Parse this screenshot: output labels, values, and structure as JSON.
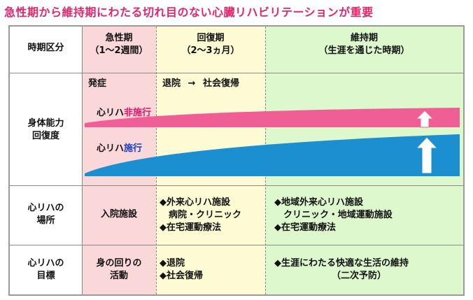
{
  "title": "急性期から維持期にわたる切れ目のない心臓リハビリテーションが重要",
  "header": {
    "period_label": "時期区分",
    "acute": {
      "name": "急性期",
      "span": "（1～2週間）"
    },
    "recovery": {
      "name": "回復期",
      "span": "（2～3ヵ月）"
    },
    "maintenance": {
      "name": "維持期",
      "span": "（生涯を通じた時期）"
    }
  },
  "events": {
    "onset": "発症",
    "discharge": "退院",
    "arrow": "→",
    "return": "社会復帰"
  },
  "ability": {
    "row_label_1": "身体能力",
    "row_label_2": "回復度",
    "no_rehab_prefix": "心リハ",
    "no_rehab_highlight": "非施行",
    "rehab_prefix": "心リハ",
    "rehab_highlight": "施行",
    "colors": {
      "no_rehab": "#ef5f96",
      "rehab": "#1b8fcf",
      "no_rehab_text": "#e0146a",
      "rehab_text": "#1a3fc8"
    }
  },
  "place": {
    "row_label_1": "心リハの",
    "row_label_2": "場所",
    "acute": "入院施設",
    "recovery": [
      "◆外来心リハ施設",
      "　病院・クリニック",
      "◆在宅運動療法"
    ],
    "maintenance": [
      "◆地域外来心リハ施設",
      "　クリニック・地域運動施設",
      "◆在宅運動療法"
    ]
  },
  "goal": {
    "row_label_1": "心リハの",
    "row_label_2": "目標",
    "acute_1": "身の回りの",
    "acute_2": "活動",
    "recovery": [
      "◆退院",
      "◆社会復帰"
    ],
    "maintenance_1": "◆生涯にわたる快適な生活の維持",
    "maintenance_2": "（二次予防）"
  }
}
